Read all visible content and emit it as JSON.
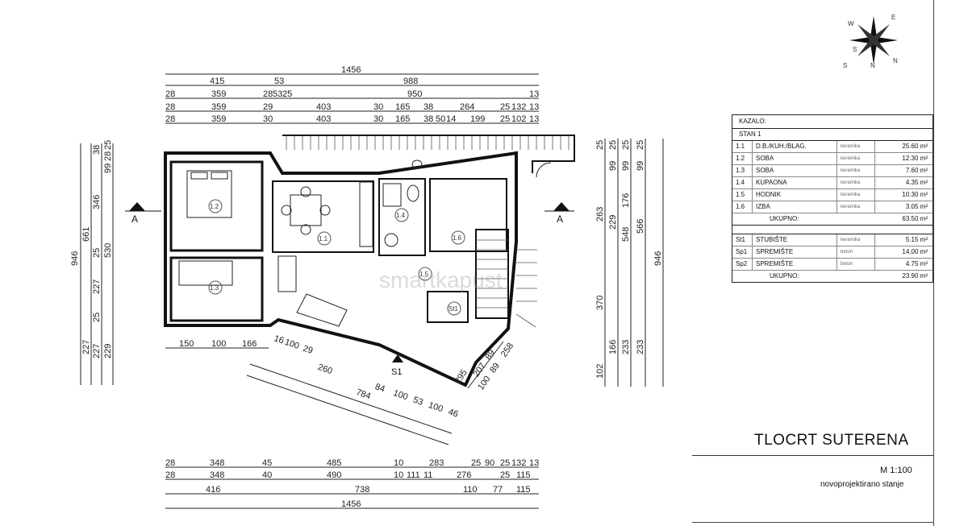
{
  "drawing": {
    "title": "TLOCRT SUTERENA",
    "scale": "M 1:100",
    "state": "novoprojektirano stanje",
    "watermark": "smartkapust"
  },
  "compass": {
    "letters": [
      "W",
      "E",
      "S",
      "N",
      "S",
      "N"
    ]
  },
  "section_marks": {
    "left": "A",
    "right": "A"
  },
  "stair_mark": "S1",
  "dims_top": {
    "row1": [
      "1456"
    ],
    "row2": [
      "415",
      "53",
      "988"
    ],
    "row3": [
      "28",
      "359",
      "28",
      "53",
      "25",
      "950",
      "13"
    ],
    "row4": [
      "28",
      "359",
      "29",
      "403",
      "30",
      "165",
      "38",
      "264",
      "25",
      "132",
      "13"
    ],
    "row5": [
      "28",
      "359",
      "30",
      "403",
      "30",
      "165",
      "38",
      "50",
      "14",
      "199",
      "25",
      "102",
      "13"
    ]
  },
  "dims_bottom": {
    "row1": [
      "28",
      "348",
      "45",
      "485",
      "10",
      "283",
      "25",
      "90",
      "25",
      "132",
      "13"
    ],
    "row2": [
      "28",
      "348",
      "40",
      "490",
      "10",
      "111",
      "11",
      "276",
      "25",
      "115"
    ],
    "row3": [
      "416",
      "738",
      "110",
      "77",
      "115"
    ],
    "row4": [
      "1456"
    ]
  },
  "dims_under_left": [
    "150",
    "100",
    "166"
  ],
  "dims_diagonal": {
    "row1": [
      "16",
      "100",
      "29"
    ],
    "row2": [
      "260",
      "84",
      "100",
      "53",
      "100",
      "46"
    ],
    "row3": [
      "784"
    ]
  },
  "dims_right_diag": [
    "295",
    "207",
    "89",
    "100",
    "89",
    "258"
  ],
  "dims_left_v": {
    "col1": [
      "946"
    ],
    "col2": [
      "661",
      "227"
    ],
    "col3": [
      "38",
      "346",
      "25",
      "227",
      "25",
      "227"
    ],
    "col4": [
      "25",
      "28",
      "99",
      "530",
      "229"
    ]
  },
  "dims_right_v": {
    "col1": [
      "25",
      "263",
      "370",
      "102"
    ],
    "col2": [
      "25",
      "99",
      "229",
      "166"
    ],
    "col3": [
      "25",
      "99",
      "176",
      "548",
      "233"
    ],
    "col4": [
      "25",
      "99",
      "566",
      "233"
    ],
    "col5": [
      "946"
    ]
  },
  "rooms": [
    {
      "id": "1.1",
      "label": "1.1"
    },
    {
      "id": "1.2",
      "label": "1.2"
    },
    {
      "id": "1.3",
      "label": "1.3"
    },
    {
      "id": "1.4",
      "label": "1.4"
    },
    {
      "id": "1.5",
      "label": "1.5"
    },
    {
      "id": "1.6",
      "label": "1.6"
    },
    {
      "id": "St1",
      "label": "St1"
    }
  ],
  "legend": {
    "header": "KAZALO:",
    "unit_title": "STAN 1",
    "rows": [
      {
        "id": "1.1",
        "name": "D.B./KUH./BLAG.",
        "floor": "keramika",
        "area": "25.60 m²"
      },
      {
        "id": "1.2",
        "name": "SOBA",
        "floor": "keramika",
        "area": "12.30 m²"
      },
      {
        "id": "1.3",
        "name": "SOBA",
        "floor": "keramika",
        "area": "7.60 m²"
      },
      {
        "id": "1.4",
        "name": "KUPAONA",
        "floor": "keramika",
        "area": "4.35 m²"
      },
      {
        "id": "1.5",
        "name": "HODNIK",
        "floor": "keramika",
        "area": "10.30 m²"
      },
      {
        "id": "1.6",
        "name": "IZBA",
        "floor": "keramika",
        "area": "3.05 m²"
      }
    ],
    "total1_label": "UKUPNO:",
    "total1": "63.50 m²",
    "rows2": [
      {
        "id": "St1",
        "name": "STUBIŠTE",
        "floor": "keramika",
        "area": "5.15 m²"
      },
      {
        "id": "Sp1",
        "name": "SPREMIŠTE",
        "floor": "beton",
        "area": "14.00 m²"
      },
      {
        "id": "Sp2",
        "name": "SPREMIŠTE",
        "floor": "beton",
        "area": "4.75 m²"
      }
    ],
    "total2_label": "UKUPNO:",
    "total2": "23.90 m²"
  }
}
